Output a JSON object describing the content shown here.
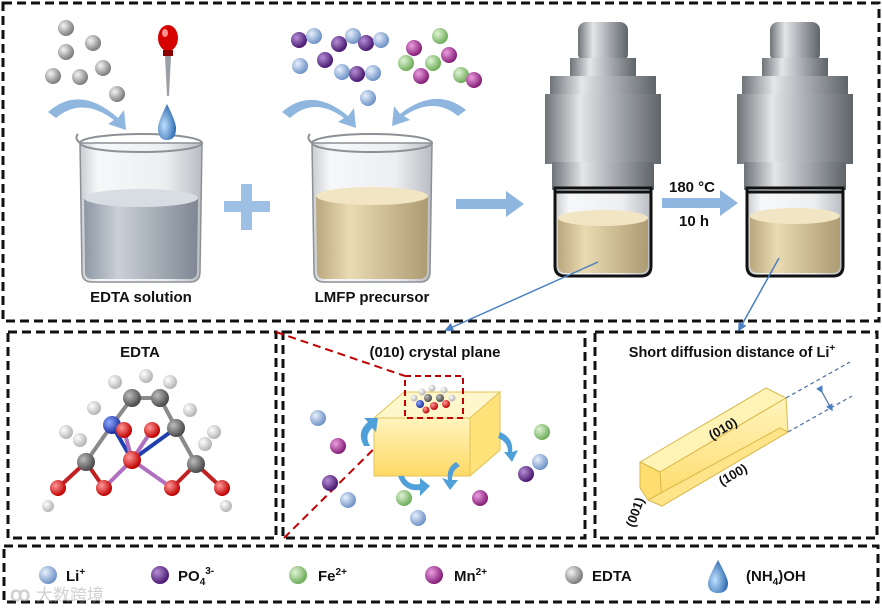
{
  "top_panel": {
    "beaker1_label": "EDTA solution",
    "beaker2_label": "LMFP precursor",
    "condition_temp": "180 °C",
    "condition_time": "10 h"
  },
  "edta_panel": {
    "title": "EDTA"
  },
  "crystal_panel": {
    "title": "(010) crystal plane"
  },
  "diffusion_panel": {
    "title": "Short diffusion distance of Li",
    "title_sup": "+",
    "face_010": "(010)",
    "face_100": "(100)",
    "face_001": "(001)"
  },
  "legend": [
    {
      "base": "Li",
      "sup": "+",
      "sub": "",
      "sup2": "",
      "color": "#7fa3d6"
    },
    {
      "base": "PO",
      "sup": "",
      "sub": "4",
      "sup2": "3-",
      "color": "#6a2c96"
    },
    {
      "base": "Fe",
      "sup": "2+",
      "sub": "",
      "sup2": "",
      "color": "#8fc77a"
    },
    {
      "base": "Mn",
      "sup": "2+",
      "sub": "",
      "sup2": "",
      "color": "#b03aa0"
    },
    {
      "base": "EDTA",
      "sup": "",
      "sub": "",
      "sup2": "",
      "color": "#a5a5a5"
    },
    {
      "base": "(NH",
      "sup": "",
      "sub": "4",
      "sup2": ")OH",
      "color": "#2e78c2"
    }
  ],
  "colors": {
    "li": "#7fa3d6",
    "po4": "#6a2c96",
    "fe": "#8fc77a",
    "mn": "#b03aa0",
    "edta": "#a5a5a5",
    "drop": "#2e78c2",
    "arrow": "#8fb6de",
    "crystal": "#ffe98a"
  },
  "watermark": "大数跨境"
}
